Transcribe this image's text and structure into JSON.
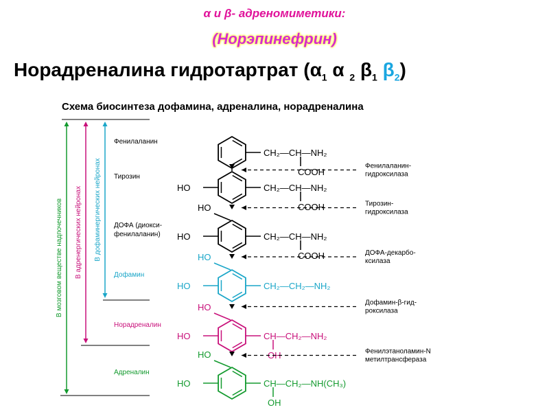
{
  "title_line1": "α и β- адреномиметики:",
  "title_line2": "(Норэпинефрин)",
  "title_main": {
    "text": "Норадреналина гидротартрат (α",
    "s1": "1",
    "mid1": " α ",
    "s2": "2",
    "mid2": " β",
    "s3": "1",
    "beta2": "β",
    "s4": "2",
    "end": ")"
  },
  "scheme_title": "Схема биосинтеза дофамина, адреналина, норадреналина",
  "colors": {
    "black": "#000000",
    "cyan": "#1aa6c8",
    "magenta": "#c8107a",
    "green": "#139a2e"
  },
  "compounds": [
    {
      "name": "Фенилаланин",
      "line1": "",
      "ho_top": "",
      "ho_left": "",
      "chain": "CH₂—CH—NH₂",
      "sub": "COOH",
      "color": "black"
    },
    {
      "name": "Тирозин",
      "line1": "",
      "ho_top": "",
      "ho_left": "HO",
      "chain": "CH₂—CH—NH₂",
      "sub": "COOH",
      "color": "black"
    },
    {
      "name": "ДОФА (диокси-",
      "line1": "фенилаланин)",
      "ho_top": "HO",
      "ho_left": "HO",
      "chain": "CH₂—CH—NH₂",
      "sub": "COOH",
      "color": "black"
    },
    {
      "name": "Дофамин",
      "line1": "",
      "ho_top": "HO",
      "ho_left": "HO",
      "chain": "CH₂—CH₂—NH₂",
      "sub": "",
      "color": "cyan"
    },
    {
      "name": "Норадреналин",
      "line1": "",
      "ho_top": "HO",
      "ho_left": "HO",
      "chain": "CH—CH₂—NH₂",
      "sub": "OH",
      "color": "magenta"
    },
    {
      "name": "Адреналин",
      "line1": "",
      "ho_top": "HO",
      "ho_left": "HO",
      "chain": "CH—CH₂—NH(CH₃)",
      "sub": "OH",
      "color": "green"
    }
  ],
  "enzymes": [
    {
      "line1": "Фенилаланин-",
      "line2": "гидроксилаза"
    },
    {
      "line1": "Тирозин-",
      "line2": "гидроксилаза"
    },
    {
      "line1": "ДОФА-декарбо-",
      "line2": "ксилаза"
    },
    {
      "line1": "Дофамин-β-гид-",
      "line2": "роксилаза"
    },
    {
      "line1": "Фенилэтаноламин-N",
      "line2": "метилтрансфераза"
    }
  ],
  "locations": [
    {
      "label": "В мозговом веществе надпочечников",
      "color": "green"
    },
    {
      "label": "В адренергических нейронах",
      "color": "magenta"
    },
    {
      "label": "В дофаминергических нейронах",
      "color": "cyan"
    }
  ]
}
